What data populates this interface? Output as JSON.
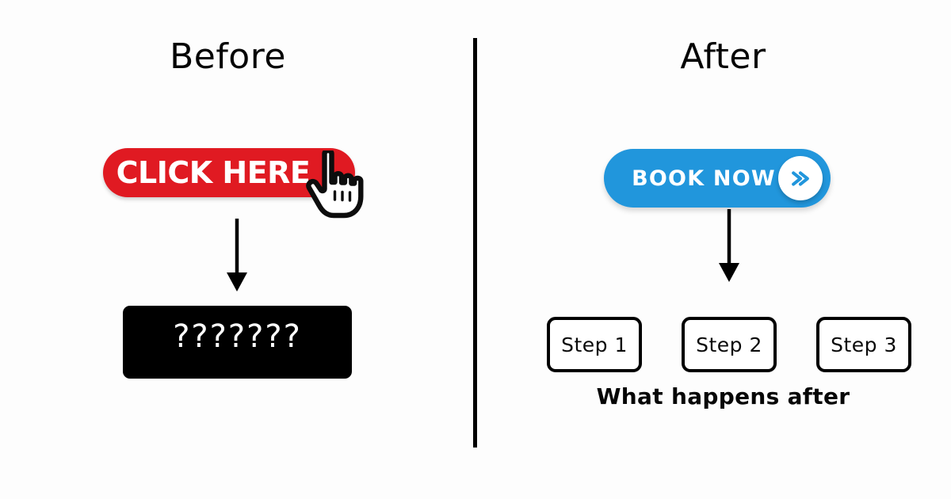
{
  "panels": {
    "before": {
      "title": "Before",
      "cta": {
        "label": "CLICK HERE",
        "color": "#e01a22",
        "text_color": "#ffffff",
        "cursor_icon": "pointing-hand-cursor-icon"
      },
      "arrow_icon": "down-arrow-icon",
      "outcome": {
        "text": "???????",
        "background": "#000000",
        "text_color": "#ffffff"
      }
    },
    "after": {
      "title": "After",
      "cta": {
        "label": "BOOK NOW",
        "color": "#2196dc",
        "text_color": "#ffffff",
        "chevron_icon": "double-chevron-right-icon",
        "chevron_color": "#2196dc",
        "circle_color": "#ffffff"
      },
      "arrow_icon": "down-arrow-icon",
      "steps": [
        {
          "label": "Step 1"
        },
        {
          "label": "Step 2"
        },
        {
          "label": "Step 3"
        }
      ],
      "caption": "What happens after"
    }
  },
  "divider": {
    "name": "vertical-divider",
    "color": "#000000"
  },
  "canvas": {
    "background": "#ffffff"
  }
}
